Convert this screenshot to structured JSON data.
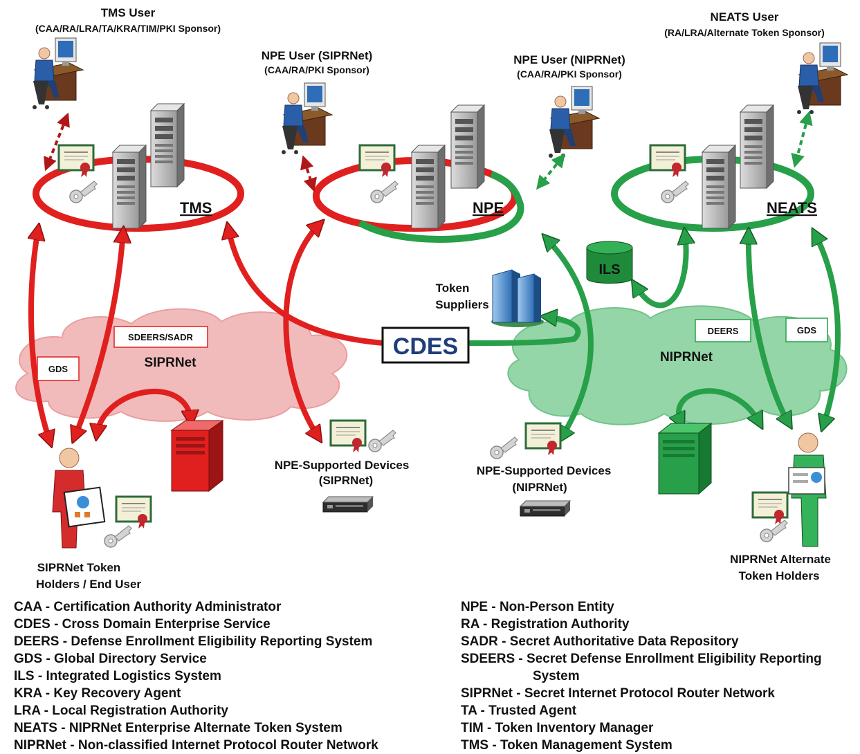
{
  "users": {
    "tms": {
      "title": "TMS User",
      "roles": "(CAA/RA/LRA/TA/KRA/TIM/PKI Sponsor)"
    },
    "npe_sipr": {
      "title": "NPE User  (SIPRNet)",
      "roles": "(CAA/RA/PKI Sponsor)"
    },
    "npe_nipr": {
      "title": "NPE User  (NIPRNet)",
      "roles": "(CAA/RA/PKI Sponsor)"
    },
    "neats": {
      "title": "NEATS User",
      "roles": "(RA/LRA/Alternate Token Sponsor)"
    }
  },
  "systems": {
    "tms": "TMS",
    "npe": "NPE",
    "neats": "NEATS",
    "ils": "ILS",
    "cdes": "CDES"
  },
  "networks": {
    "siprnet": "SIPRNet",
    "niprnet": "NIPRNet",
    "sipr_boxes": [
      "SDEERS/SADR",
      "GDS"
    ],
    "nipr_boxes": [
      "DEERS",
      "GDS"
    ]
  },
  "token_suppliers": [
    "Token",
    "Suppliers"
  ],
  "endpoints": {
    "sipr_holders": [
      "SIPRNet Token",
      "Holders / End User"
    ],
    "npe_sipr_devices": [
      "NPE-Supported Devices",
      "(SIPRNet)"
    ],
    "npe_nipr_devices": [
      "NPE-Supported Devices",
      "(NIPRNet)"
    ],
    "nipr_holders": [
      "NIPRNet  Alternate",
      "Token Holders"
    ]
  },
  "legend_left": [
    "CAA - Certification Authority Administrator",
    "CDES - Cross Domain Enterprise Service",
    "DEERS - Defense Enrollment Eligibility Reporting System",
    "GDS - Global Directory Service",
    "ILS - Integrated Logistics System",
    "KRA - Key Recovery Agent",
    "LRA - Local Registration Authority",
    "NEATS - NIPRNet Enterprise Alternate Token System",
    "NIPRNet - Non-classified Internet Protocol Router Network"
  ],
  "legend_right": [
    "NPE - Non-Person Entity",
    "RA - Registration Authority",
    "SADR - Secret Authoritative Data Repository",
    "SDEERS - Secret Defense Enrollment Eligibility Reporting",
    "System",
    "SIPRNet - Secret Internet Protocol Router Network",
    "TA - Trusted Agent",
    "TIM - Token Inventory Manager",
    "TMS - Token Management System"
  ],
  "colors": {
    "red": "#e0201f",
    "green": "#27a049",
    "red_cloud": "#f2b8b8",
    "green_cloud": "#8fd4a3",
    "cdes_text": "#1f3d7a"
  }
}
